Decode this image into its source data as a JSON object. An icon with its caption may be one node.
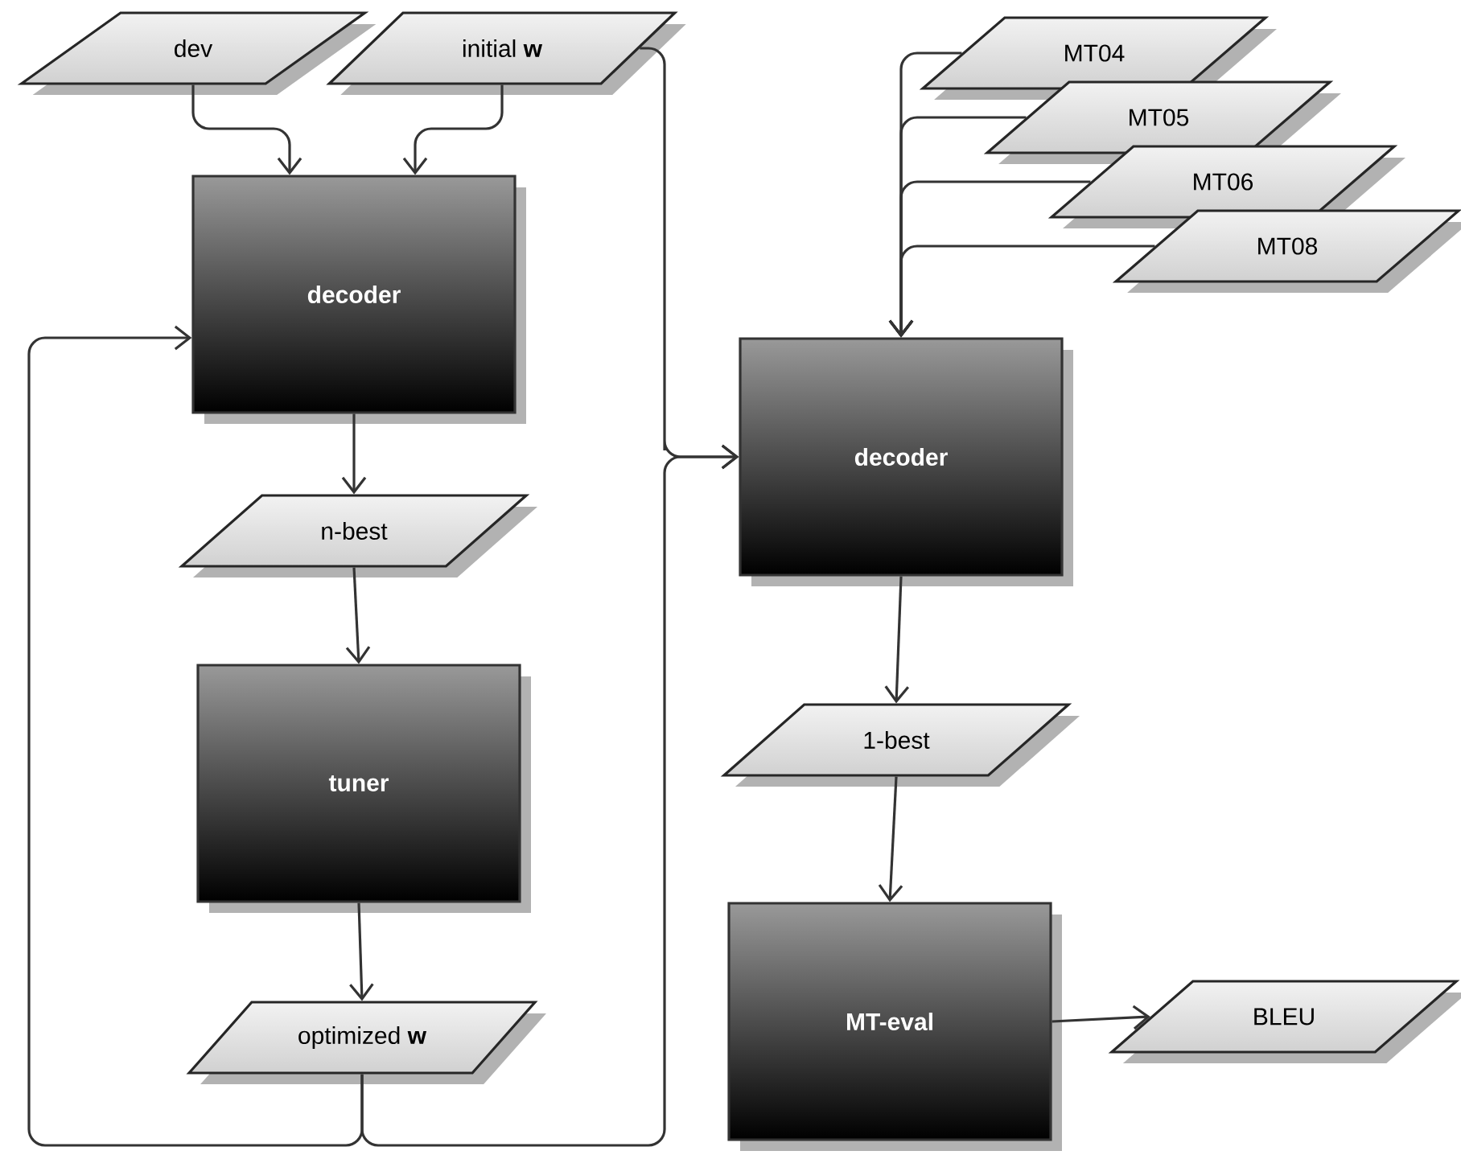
{
  "diagram": {
    "nodes": [
      {
        "text": [
          "dev"
        ]
      },
      {
        "text": [
          "initial **w**"
        ]
      },
      {
        "text": [
          "decoder"
        ]
      },
      {
        "text": [
          "n-best"
        ]
      },
      {
        "text": [
          "tuner"
        ]
      },
      {
        "text": [
          "optimized **w**"
        ]
      },
      {
        "text": [
          "MT04"
        ]
      },
      {
        "text": [
          "MT05"
        ]
      },
      {
        "text": [
          "MT06"
        ]
      },
      {
        "text": [
          "MT08"
        ]
      },
      {
        "text": [
          "decoder"
        ]
      },
      {
        "text": [
          "1-best"
        ]
      },
      {
        "text": [
          "MT-eval"
        ]
      },
      {
        "text": [
          "BLEU"
        ]
      }
    ],
    "edges": [
      {
        "from": 0,
        "to": 2,
        "arrow": "to"
      },
      {
        "from": 1,
        "to": 2,
        "arrow": "to"
      },
      {
        "from": 2,
        "to": 3,
        "arrow": "to"
      },
      {
        "from": 3,
        "to": 4,
        "arrow": "to"
      },
      {
        "from": 4,
        "to": 5,
        "arrow": "to"
      },
      {
        "from": 5,
        "to": 2,
        "arrow": "to"
      },
      {
        "from": 5,
        "to": 10,
        "arrow": "to"
      },
      {
        "from": 1,
        "to": 10,
        "arrow": "to"
      },
      {
        "from": 6,
        "to": 10,
        "arrow": "to"
      },
      {
        "from": 7,
        "to": 10,
        "arrow": "to"
      },
      {
        "from": 8,
        "to": 10,
        "arrow": "to"
      },
      {
        "from": 9,
        "to": 10,
        "arrow": "to"
      },
      {
        "from": 10,
        "to": 11,
        "arrow": "to"
      },
      {
        "from": 11,
        "to": 12,
        "arrow": "to"
      },
      {
        "from": 12,
        "to": 13,
        "arrow": "to"
      }
    ]
  }
}
